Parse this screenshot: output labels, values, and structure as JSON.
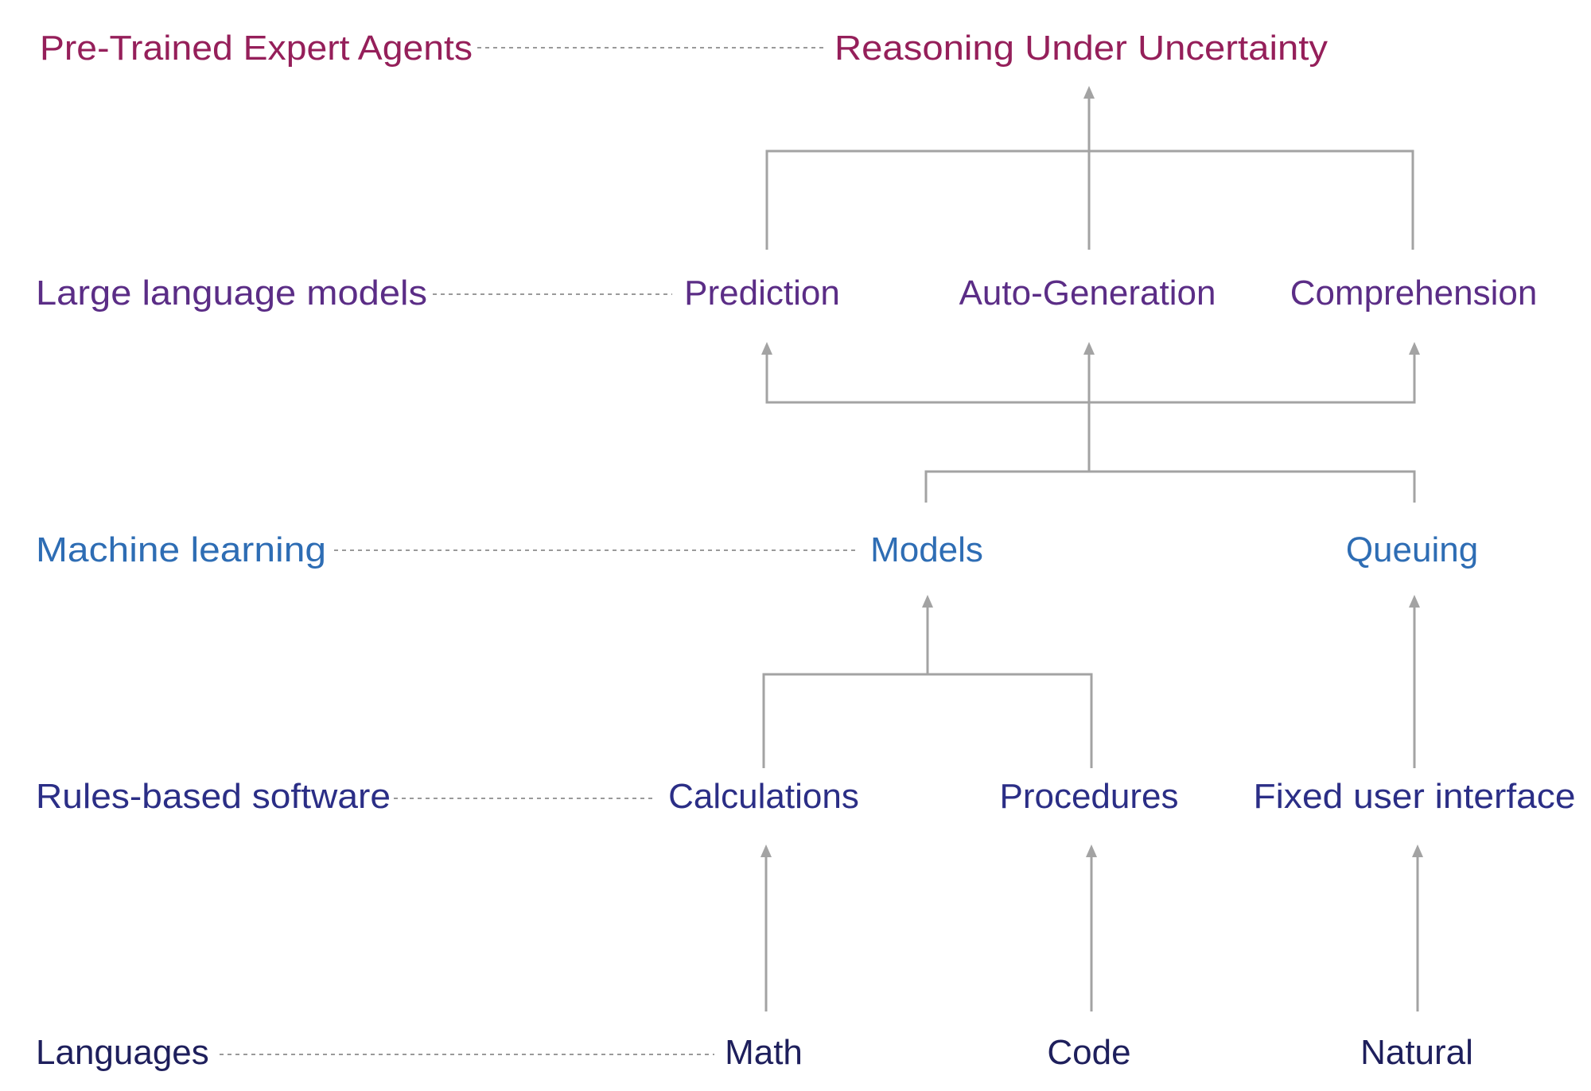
{
  "colors": {
    "tier5": "#951F5A",
    "tier4": "#5B2D86",
    "tier3": "#2E6DB4",
    "tier2": "#2B2E86",
    "tier1": "#1E1F5C",
    "connector": "#a3a3a3",
    "dotted": "#9a9a9a"
  },
  "tiers": [
    {
      "category": "Pre-Trained Expert Agents",
      "items": [
        "Reasoning Under Uncertainty"
      ]
    },
    {
      "category": "Large language models",
      "items": [
        "Prediction",
        "Auto-Generation",
        "Comprehension"
      ]
    },
    {
      "category": "Machine learning",
      "items": [
        "Models",
        "Queuing"
      ]
    },
    {
      "category": "Rules-based software",
      "items": [
        "Calculations",
        "Procedures",
        "Fixed user interface"
      ]
    },
    {
      "category": "Languages",
      "items": [
        "Math",
        "Code",
        "Natural"
      ]
    }
  ]
}
